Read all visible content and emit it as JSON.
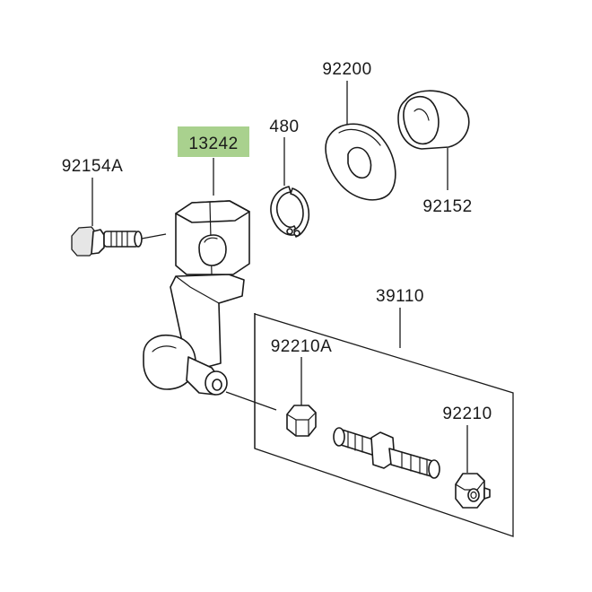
{
  "diagram": {
    "highlight_color": "#a9d18e",
    "callouts": [
      {
        "id": "p13242",
        "label": "13242",
        "highlighted": true
      },
      {
        "id": "p92154A",
        "label": "92154A",
        "highlighted": false
      },
      {
        "id": "p480",
        "label": "480",
        "highlighted": false
      },
      {
        "id": "p92200",
        "label": "92200",
        "highlighted": false
      },
      {
        "id": "p92152",
        "label": "92152",
        "highlighted": false
      },
      {
        "id": "p39110",
        "label": "39110",
        "highlighted": false
      },
      {
        "id": "p92210A",
        "label": "92210A",
        "highlighted": false
      },
      {
        "id": "p92210",
        "label": "92210",
        "highlighted": false
      }
    ]
  }
}
